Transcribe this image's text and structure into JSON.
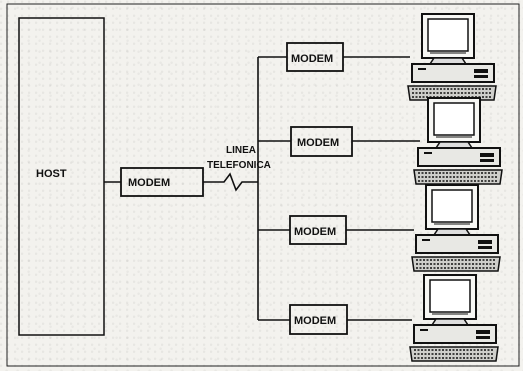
{
  "diagram": {
    "host_label": "HOST",
    "host_modem_label": "MODEM",
    "phone_line_label": [
      "LINEA",
      "TELEFONICA"
    ],
    "remote_modems": [
      {
        "label": "MODEM"
      },
      {
        "label": "MODEM"
      },
      {
        "label": "MODEM"
      },
      {
        "label": "MODEM"
      }
    ],
    "terminal_icon": "desktop-computer-icon"
  }
}
